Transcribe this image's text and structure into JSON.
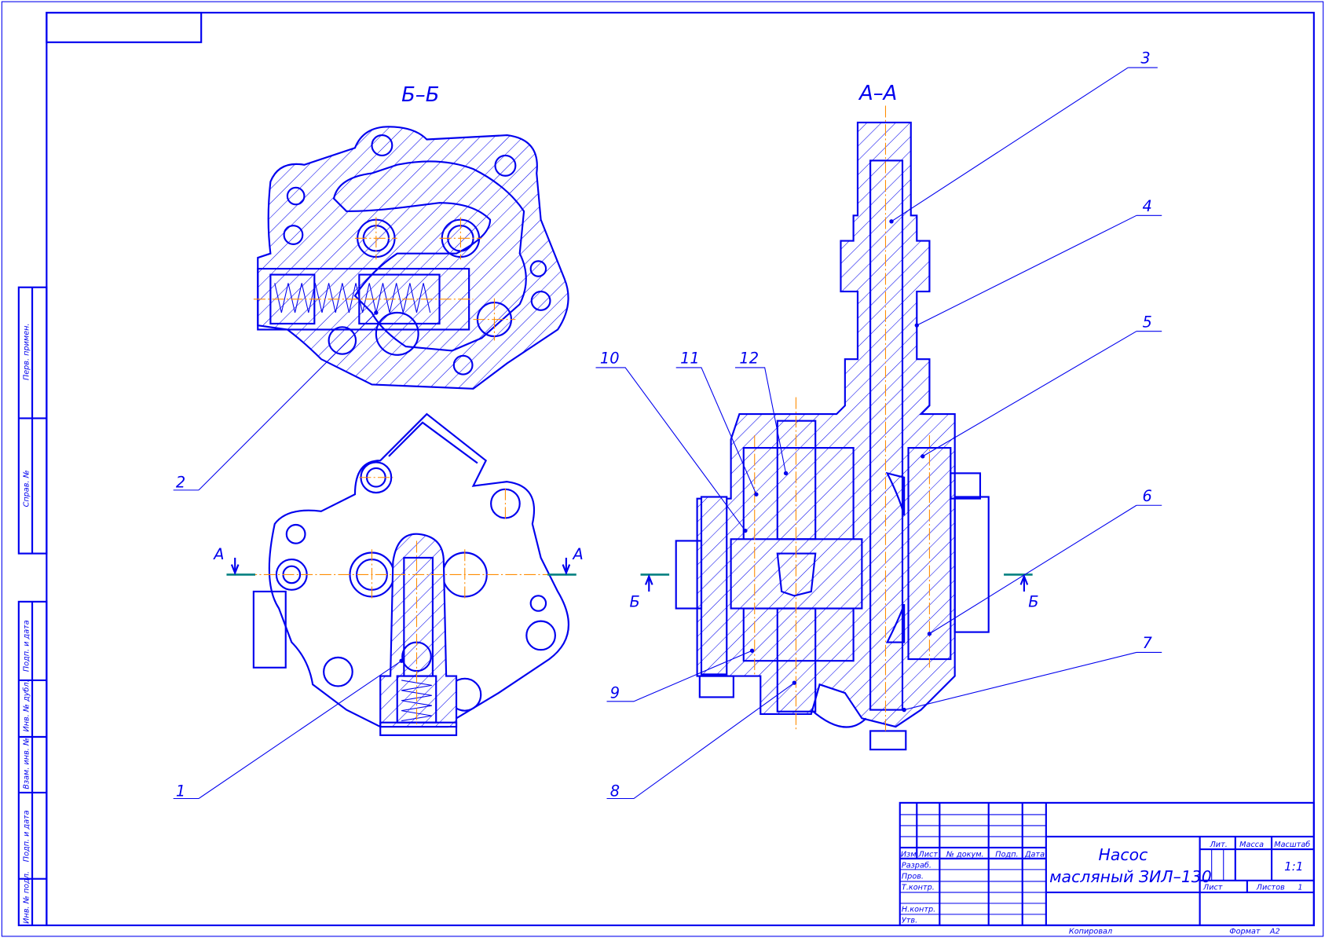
{
  "views": {
    "section_bb": "Б–Б",
    "section_aa": "А–А",
    "cut_a_left": "А",
    "cut_a_right": "А",
    "cut_b_left": "Б",
    "cut_b_right": "Б"
  },
  "positions": [
    "1",
    "2",
    "3",
    "4",
    "5",
    "6",
    "7",
    "8",
    "9",
    "10",
    "11",
    "12"
  ],
  "side_stamp": [
    "Перв. примен.",
    "Справ. №",
    "Подп. и дата",
    "Инв. № дубл.",
    "Взам. инв. №",
    "Подп. и дата",
    "Инв. № подл."
  ],
  "title_block": {
    "headers": [
      "Изм.",
      "Лист",
      "№ докум.",
      "Подп.",
      "Дата"
    ],
    "roles": [
      "Разраб.",
      "Пров.",
      "Т.контр.",
      "",
      "Н.контр.",
      "Утв."
    ],
    "name_line1": "Насос",
    "name_line2": "масляный ЗИЛ–130",
    "lit_label": "Лит.",
    "mass_label": "Масса",
    "scale_label": "Масштаб",
    "scale_value": "1:1",
    "sheet_label": "Лист",
    "sheets_label": "Листов",
    "sheets_value": "1",
    "copied": "Копировал",
    "format_label": "Формат",
    "format_value": "A2"
  },
  "colors": {
    "line": "#0000ee",
    "center": "#ff8c00",
    "cut": "#008080"
  }
}
